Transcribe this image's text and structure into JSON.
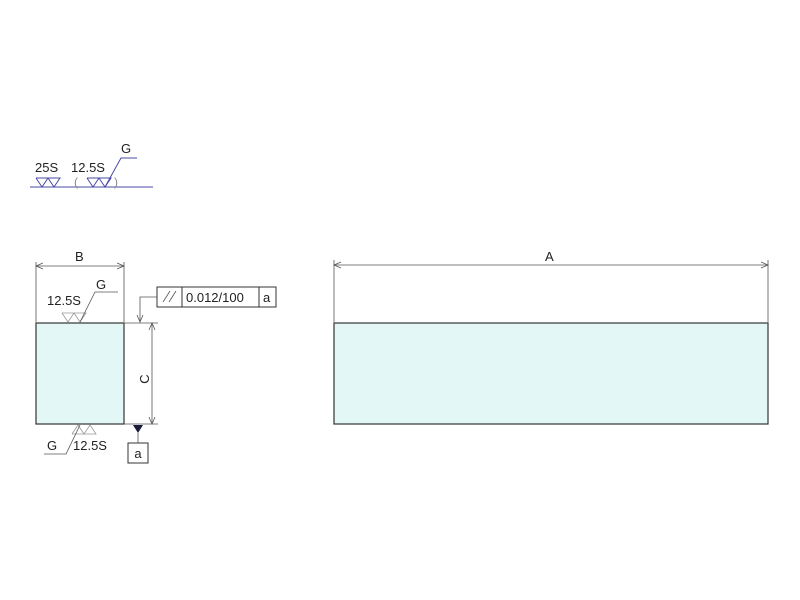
{
  "legend": {
    "left_value": "25S",
    "right_value": "12.5S",
    "grinding": "G",
    "paren_open": "(",
    "paren_close": ")"
  },
  "side_view": {
    "width_label": "B",
    "height_label": "C",
    "top_finish": "12.5S",
    "top_grinding": "G",
    "bottom_finish": "12.5S",
    "bottom_grinding": "G"
  },
  "tolerance": {
    "value": "0.012/100",
    "datum": "a",
    "symbol": "parallelism"
  },
  "datum_label": "a",
  "front_view": {
    "length_label": "A"
  },
  "colors": {
    "part_fill": "#e3f7f7",
    "legend_line": "#4a4aa6"
  }
}
